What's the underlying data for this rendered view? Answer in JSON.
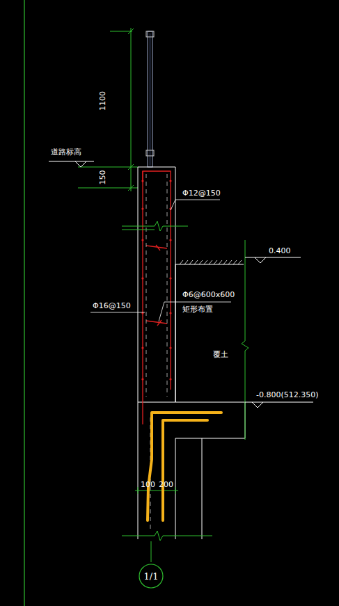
{
  "diagram": {
    "nodes": [
      {
        "text": [
          "1/1"
        ]
      }
    ],
    "edges": [],
    "labels": [
      "1100",
      "150",
      "道路标高",
      "Φ12@150",
      "0.400",
      "Φ6@600x600",
      "矩形布置",
      "Φ16@150",
      "覆土",
      "-0.800(512.350)",
      "100",
      "200"
    ]
  }
}
